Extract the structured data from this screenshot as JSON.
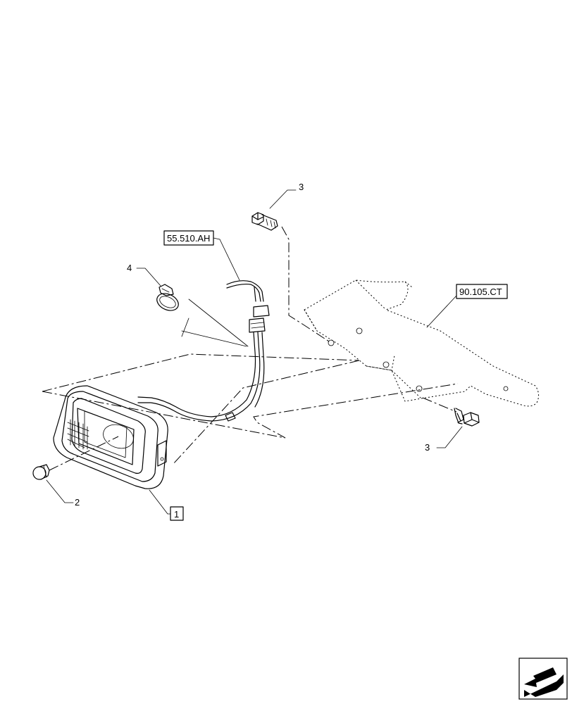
{
  "callouts": {
    "item1": "1",
    "item2": "2",
    "item3_top": "3",
    "item3_bottom": "3",
    "item4": "4"
  },
  "references": {
    "harness": "55.510.AH",
    "bracket": "90.105.CT"
  },
  "nav": {
    "icon": "arrow-icon"
  }
}
